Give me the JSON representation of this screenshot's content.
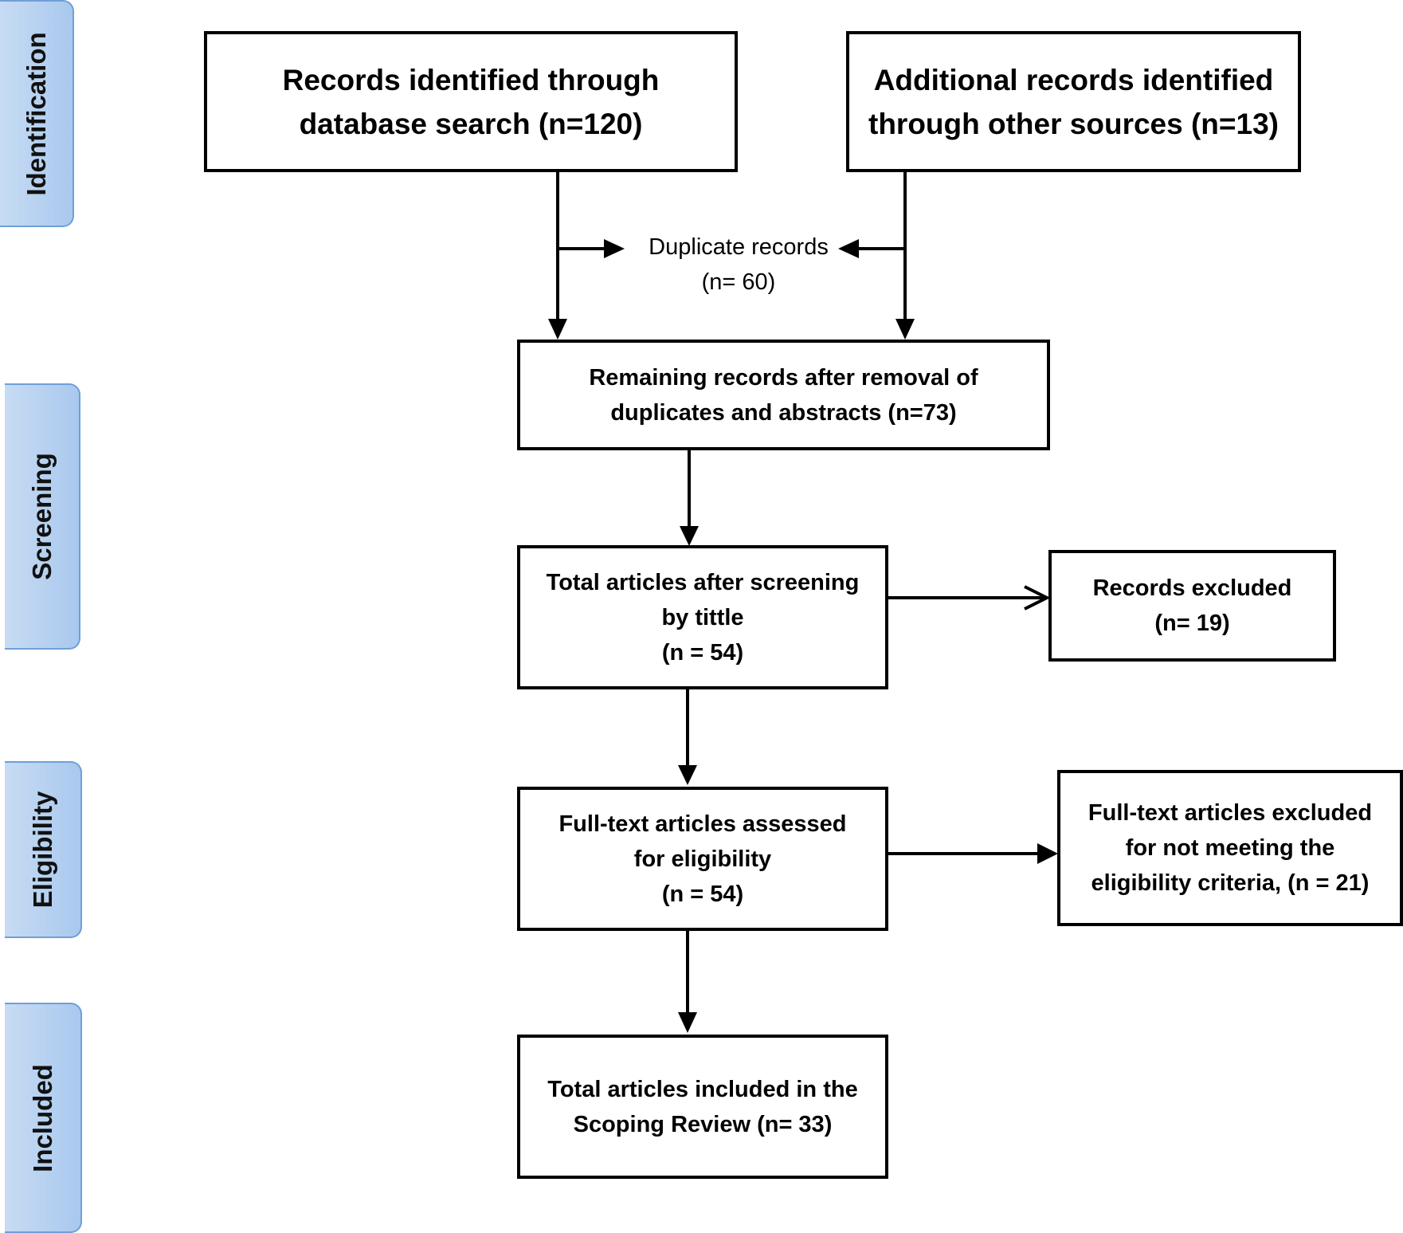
{
  "stages": {
    "identification": "Identification",
    "screening": "Screening",
    "eligibility": "Eligibility",
    "included": "Included"
  },
  "boxes": {
    "database_search": "Records identified through\ndatabase search (n=120)",
    "other_sources": "Additional records identified\nthrough other sources (n=13)",
    "duplicates": "Duplicate records\n(n= 60)",
    "remaining": "Remaining records after removal of\nduplicates and abstracts (n=73)",
    "screened": "Total articles after screening\nby tittle\n(n = 54)",
    "records_excluded": "Records excluded\n(n= 19)",
    "fulltext_assessed": "Full-text articles assessed\nfor eligibility\n(n = 54)",
    "fulltext_excluded": "Full-text articles excluded\nfor not meeting the\neligibility criteria, (n = 21)",
    "included": "Total articles included in the\nScoping Review (n= 33)"
  }
}
